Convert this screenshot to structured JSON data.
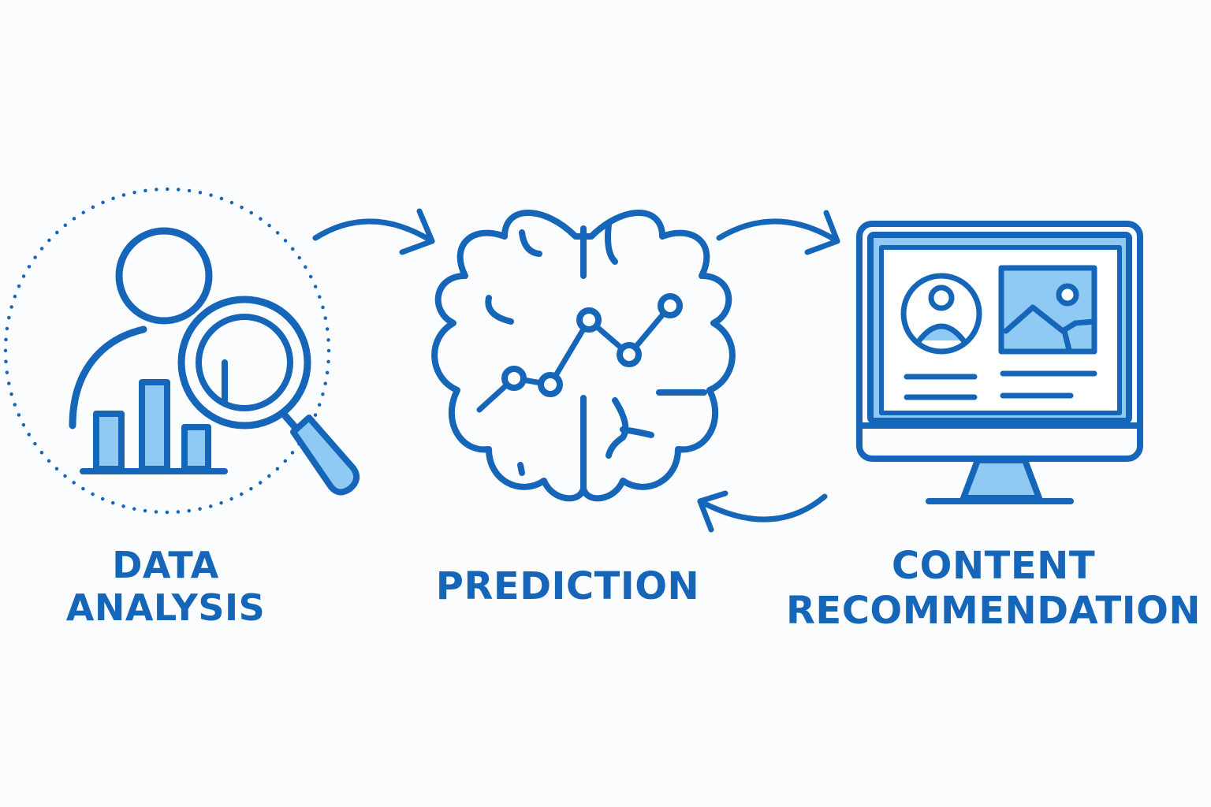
{
  "steps": [
    {
      "label_lines": [
        "DATA",
        "ANALYSIS"
      ],
      "icon": "data-analysis-icon"
    },
    {
      "label_lines": [
        "PREDICTION"
      ],
      "icon": "brain-icon"
    },
    {
      "label_lines": [
        "CONTENT",
        "RECOMMENDATION"
      ],
      "icon": "monitor-icon"
    }
  ],
  "connectors": [
    {
      "from": "DATA ANALYSIS",
      "to": "PREDICTION",
      "icon": "arrow-right-icon"
    },
    {
      "from": "PREDICTION",
      "to": "CONTENT RECOMMENDATION",
      "icon": "arrow-right-icon"
    },
    {
      "from": "CONTENT RECOMMENDATION",
      "to": "PREDICTION",
      "icon": "arrow-left-icon"
    }
  ],
  "colors": {
    "stroke": "#1565b8",
    "fill_light": "#8fcaf5",
    "background": "#fbfcfd",
    "text": "#1565b8"
  }
}
